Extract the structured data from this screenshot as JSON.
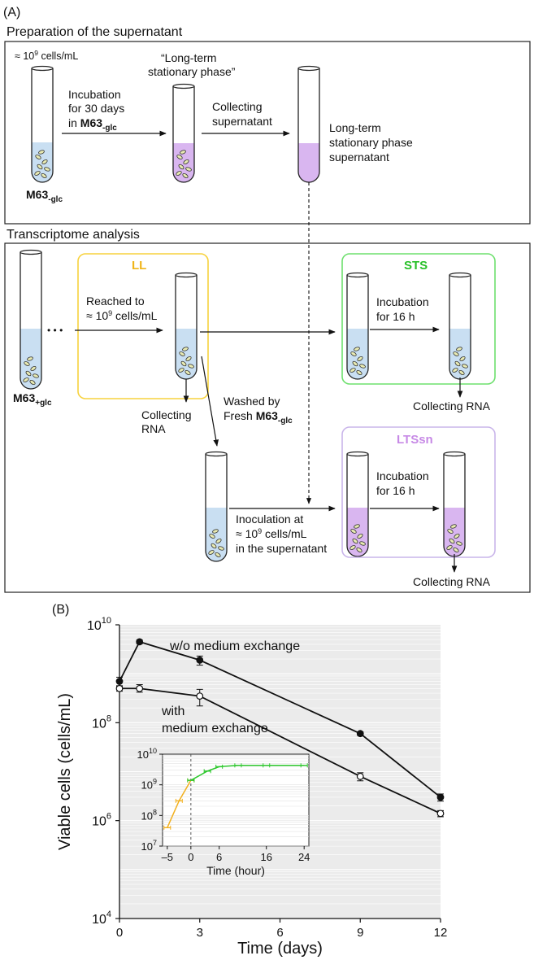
{
  "panel_a": {
    "label": "(A)",
    "prep": {
      "title": "Preparation of the supernatant",
      "density_prefix": "≈ 10",
      "density_exp": "9",
      "density_suffix": " cells/mL",
      "medium_base": "M63",
      "medium_sub": "-glc",
      "step1_line1": "Incubation",
      "step1_line2": "for 30 days",
      "step1_line3_prefix": "in ",
      "step1_line3_base": "M63",
      "step1_line3_sub": "-glc",
      "phase_line1": "“Long-term",
      "phase_line2": "stationary phase”",
      "step2_line1": "Collecting",
      "step2_line2": "supernatant",
      "result_line1": "Long-term",
      "result_line2": "stationary phase",
      "result_line3": "supernatant"
    },
    "trans": {
      "title": "Transcriptome analysis",
      "start_medium_base": "M63",
      "start_medium_sub": "+glc",
      "ll_label": "LL",
      "sts_label": "STS",
      "ltssn_label": "LTSsn",
      "reach_line1": "Reached to",
      "reach_line2_prefix": "≈ 10",
      "reach_line2_exp": "9",
      "reach_line2_suffix": " cells/mL",
      "collect_rna_1": "Collecting",
      "collect_rna_2": "RNA",
      "wash_line1": "Washed by",
      "wash_line2_prefix": "Fresh ",
      "wash_line2_base": "M63",
      "wash_line2_sub": "-glc",
      "inc16_line1": "Incubation",
      "inc16_line2": "for 16 h",
      "collecting_rna": "Collecting RNA",
      "inoc_line1": "Inoculation at",
      "inoc_line2_prefix": "≈ 10",
      "inoc_line2_exp": "9",
      "inoc_line2_suffix": " cells/mL",
      "inoc_line3": "in the supernatant",
      "ellipsis": "• • •"
    },
    "colors": {
      "ll": "#f7d23e",
      "sts": "#6ee06e",
      "ltssn": "#c9b5ea",
      "liquid_blue": "#c9dff2",
      "liquid_purple": "#d9b6f0",
      "cell": "#e8eab2",
      "sts_text": "#28c028",
      "ll_text": "#f0b51a",
      "ltssn_text": "#c78ae6"
    }
  },
  "panel_b": {
    "label": "(B)",
    "chart_data": {
      "type": "line",
      "ylabel": "Viable cells (cells/mL)",
      "xlabel": "Time (days)",
      "y_scale": "log",
      "ylim": [
        10000,
        10000000000
      ],
      "xlim": [
        0,
        12
      ],
      "x_ticks": [
        "0",
        "3",
        "6",
        "9",
        "12"
      ],
      "y_ticks": [
        {
          "base": "10",
          "exp": "4"
        },
        {
          "base": "10",
          "exp": "6"
        },
        {
          "base": "10",
          "exp": "8"
        },
        {
          "base": "10",
          "exp": "10"
        }
      ],
      "series": [
        {
          "name": "w/o medium exchange",
          "marker": "filled",
          "x": [
            0,
            0.75,
            3,
            9,
            12
          ],
          "y": [
            700000000,
            4500000000,
            1900000000,
            60000000,
            3000000
          ],
          "err_low": [
            550000000,
            4100000000,
            1500000000,
            55000000,
            2500000
          ],
          "err_high": [
            850000000,
            4900000000,
            2300000000,
            65000000,
            3500000
          ]
        },
        {
          "name_line1": "with",
          "name_line2": "medium exchange",
          "marker": "open",
          "x": [
            0,
            0.75,
            3,
            9,
            12
          ],
          "y": [
            500000000,
            500000000,
            350000000,
            8000000,
            1400000
          ],
          "err_low": [
            440000000,
            420000000,
            220000000,
            6500000,
            1200000
          ],
          "err_high": [
            570000000,
            600000000,
            480000000,
            9500000,
            1600000
          ]
        }
      ],
      "inset": {
        "xlabel": "Time (hour)",
        "y_scale": "log",
        "ylim": [
          10000000,
          10000000000
        ],
        "xlim": [
          -6,
          25
        ],
        "x_ticks": [
          "–5",
          "0",
          "6",
          "16",
          "24"
        ],
        "y_ticks": [
          {
            "base": "10",
            "exp": "7"
          },
          {
            "base": "10",
            "exp": "8"
          },
          {
            "base": "10",
            "exp": "9"
          },
          {
            "base": "10",
            "exp": "10"
          }
        ],
        "series": [
          {
            "color": "#f2b01e",
            "x": [
              -5,
              -2.5,
              0
            ],
            "y": [
              40000000,
              300000000,
              1400000000
            ]
          },
          {
            "color": "#2ec82e",
            "x": [
              0,
              3.5,
              6,
              10,
              16,
              24
            ],
            "y": [
              1400000000,
              2800000000,
              3900000000,
              4300000000,
              4300000000,
              4300000000
            ]
          }
        ]
      }
    }
  }
}
